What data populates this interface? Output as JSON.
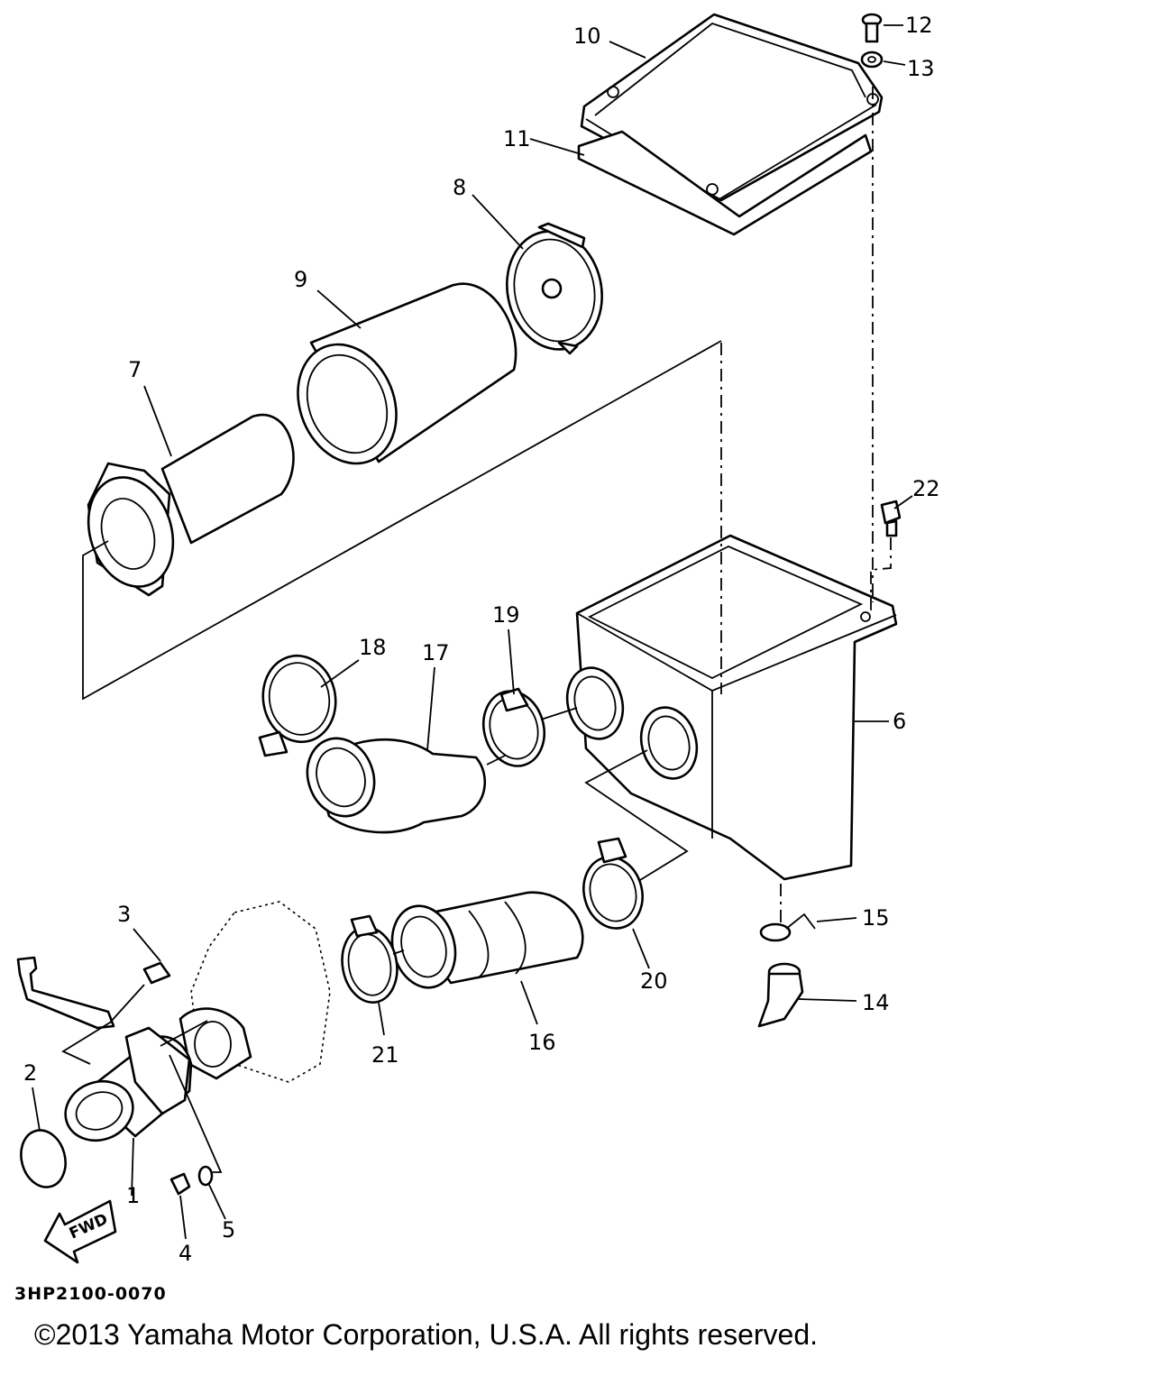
{
  "diagram": {
    "drawing_code": "3HP2100-0070",
    "copyright": "©2013 Yamaha Motor Corporation, U.S.A. All rights reserved.",
    "fwd_label": "FWD",
    "callouts": [
      "1",
      "2",
      "3",
      "4",
      "5",
      "6",
      "7",
      "8",
      "9",
      "10",
      "11",
      "12",
      "13",
      "14",
      "15",
      "16",
      "17",
      "18",
      "19",
      "20",
      "21",
      "22"
    ]
  }
}
